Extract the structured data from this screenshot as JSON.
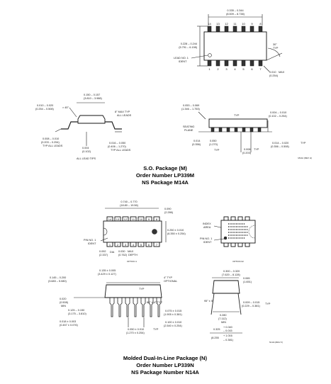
{
  "so": {
    "top": {
      "width_dim": "0.335 – 0.344",
      "width_dim_mm": "(8.509 – 8.738)",
      "height_dim": "0.228 – 0.244",
      "height_dim_mm": "(5.791 – 6.198)",
      "angle": "30°",
      "angle2": "TYP",
      "lead1": "LEAD NO. 1",
      "lead1b": "IDENT",
      "pin_max": "0.010",
      "pin_max_label": "MAX",
      "pin_max_mm": "(0.254)",
      "pins_top": [
        "14",
        "13",
        "12",
        "11",
        "10",
        "9",
        "8"
      ],
      "pins_bottom": [
        "1",
        "2",
        "3",
        "4",
        "5",
        "6",
        "7"
      ]
    },
    "end": {
      "chamfer": "0.010 – 0.020",
      "chamfer_mm": "(0.254 – 0.508)",
      "chamfer_angle": "× 45°",
      "width": "0.150 – 0.157",
      "width_mm": "(3.810 – 3.988)",
      "draft": "8° MAX TYP",
      "draft2": "ALL LEADS",
      "lead_thk": "0.008 – 0.010",
      "lead_thk_mm": "(0.203 – 0.254)",
      "lead_thk_note": "TYP ALL LEADS",
      "toe": "0.004",
      "toe_mm": "(0.102)",
      "toe_note": "ALL LEAD TIPS",
      "foot": "0.016 – 0.050",
      "foot_mm": "(0.406 – 1.270)",
      "foot_note": "TYP ALL LEADS"
    },
    "side": {
      "height": "0.053 – 0.069",
      "height_mm": "(1.346 – 1.753)",
      "seating": "SEATING",
      "seating2": "PLANE",
      "pitch": "0.050",
      "pitch_mm": "(1.270)",
      "pitch_note": "TYP",
      "lead_w": "0.014",
      "lead_w_mm": "(0.356)",
      "standoff": "0.004 – 0.010",
      "standoff_mm": "(0.102 – 0.254)",
      "lead_w2": "0.014 – 0.020",
      "lead_w2_mm": "(0.356 – 0.508)",
      "lead_w2_note": "TYP",
      "pad": "0.008",
      "pad_mm": "(0.203)",
      "pad_note": "TYP",
      "ref": "M14A (REV H)"
    },
    "caption": [
      "S.O. Package (M)",
      "Order Number LP339M",
      "NS Package M14A"
    ]
  },
  "dip": {
    "top": {
      "length": "0.740 – 0.770",
      "length_mm": "(18.80 – 19.56)",
      "end_gap": "0.090",
      "end_gap_mm": "(2.286)",
      "width": "0.250 ± 0.010",
      "width_mm": "(6.350 ± 0.254)",
      "pin1": "PIN NO. 1",
      "pin1b": "IDENT",
      "dia": "0.092",
      "dia_mm": "(2.337)",
      "dia_label": "DIA",
      "depth": "0.030",
      "depth_mm": "(0.762)",
      "depth_label": "MAX",
      "depth_label2": "DEPTH",
      "option1": "OPTION 1",
      "pins_top": [
        "14",
        "13",
        "12",
        "11",
        "10",
        "9",
        "8"
      ],
      "pins_bottom": [
        "1",
        "2",
        "3",
        "4",
        "5",
        "6",
        "7"
      ]
    },
    "opt2": {
      "index": "INDEX",
      "index2": "AREA",
      "pin1": "PIN NO. 1",
      "pin1b": "IDENT",
      "option2": "OPTION 02"
    },
    "side": {
      "h1": "0.135 ± 0.005",
      "h1_mm": "(3.429 ± 0.127)",
      "h2": "0.145 – 0.200",
      "h2_mm": "(3.683 – 5.080)",
      "angle": "4° TYP",
      "angle2": "OPTIONAL",
      "base": "0.020",
      "base_mm": "(0.508)",
      "base_label": "MIN",
      "ang86": "86° ± 4° TYP",
      "lead_len": "0.125 – 0.150",
      "lead_len_mm": "(3.175 – 3.810)",
      "lead_w": "0.075 ± 0.015",
      "lead_w_mm": "(1.905 ± 0.381)",
      "lead_thk": "0.018 ± 0.003",
      "lead_thk_mm": "(0.457 ± 0.076)",
      "pitch": "0.100 ± 0.010",
      "pitch_mm": "(2.540 ± 0.254)",
      "span": "0.050 ± 0.010",
      "span_mm": "(1.270 ± 0.254)",
      "span_label": "TYP"
    },
    "end": {
      "w": "0.300 – 0.320",
      "w_mm": "(7.620 – 8.128)",
      "top_gap": "0.065",
      "top_gap_mm": "(1.651)",
      "angle": "95° ± 5°",
      "lead_thk": "0.009 – 0.015",
      "lead_thk_mm": "(0.229 – 0.381)",
      "lead_thk_note": "TYP",
      "spread": "0.280",
      "spread_mm": "(7.112)",
      "spread_label": "MIN",
      "bot": "0.325",
      "bot_plus": "+ 0.040",
      "bot_minus": "– 0.015",
      "bot_mm": "(8.255",
      "bot_mm_plus": "+ 1.016",
      "bot_mm_minus": "– 0.381)",
      "ref": "N14A (REV F)"
    },
    "caption": [
      "Molded Dual-In-Line Package (N)",
      "Order Number LP339N",
      "NS Package Number N14A"
    ]
  }
}
